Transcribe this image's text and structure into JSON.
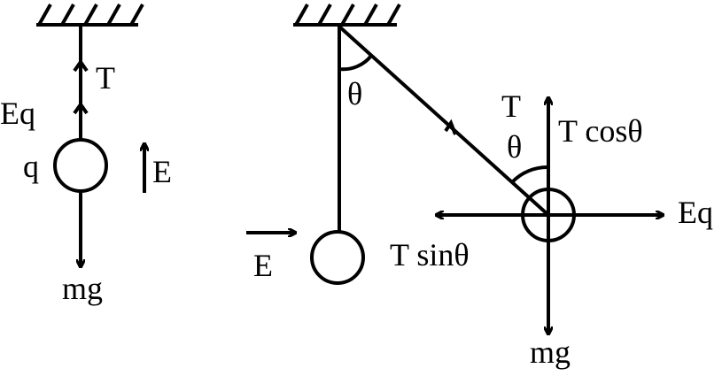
{
  "left_figure": {
    "tension_label": "T",
    "electric_force_label": "Eq",
    "charge_label": "q",
    "field_label": "E",
    "weight_label": "mg"
  },
  "right_figure": {
    "angle_label_top": "θ",
    "field_label": "E",
    "tension_label": "T",
    "angle_label_bob": "θ",
    "vertical_component_label": "T cosθ",
    "electric_force_label": "Eq",
    "horizontal_component_label": "T sinθ",
    "weight_label": "mg"
  },
  "colors": {
    "ink": "#000000",
    "background": "#ffffff"
  }
}
